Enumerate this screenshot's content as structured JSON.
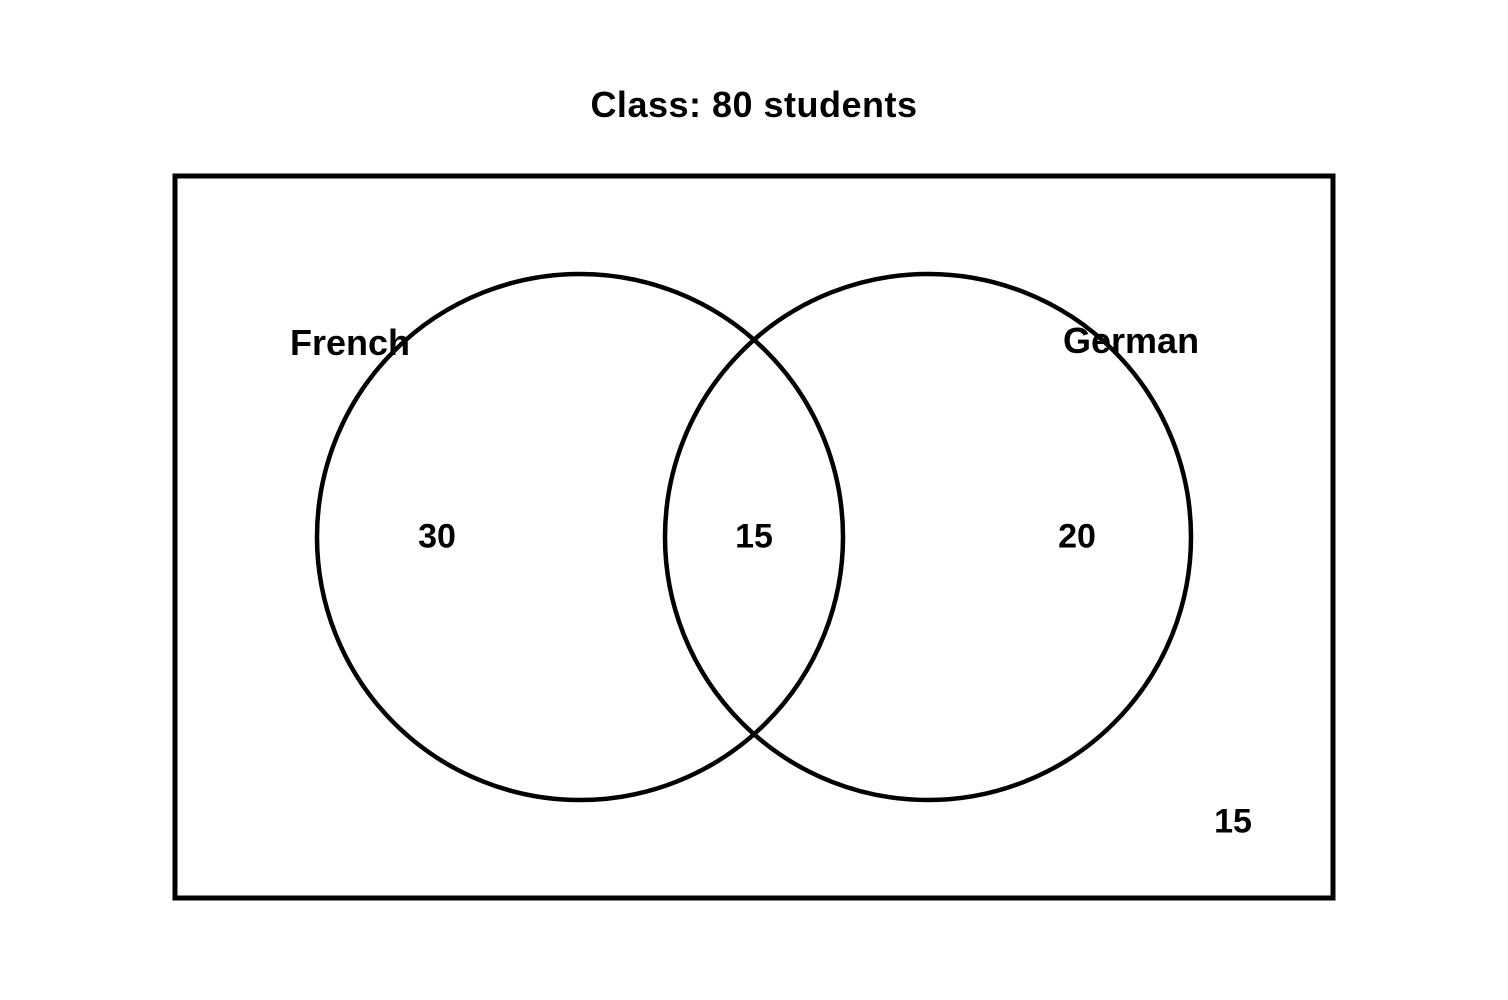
{
  "diagram": {
    "type": "venn",
    "title": "Class: 80 students",
    "universe": {
      "label": "Class",
      "total_students": 80
    },
    "sets": [
      {
        "name": "French",
        "label": "French",
        "only_value": "30"
      },
      {
        "name": "German",
        "label": "German",
        "only_value": "20"
      }
    ],
    "intersection": {
      "of": [
        "French",
        "German"
      ],
      "value": "15"
    },
    "outside": {
      "value": "15"
    },
    "colors": {
      "stroke": "#000000",
      "background": "#ffffff",
      "text": "#000000"
    }
  }
}
